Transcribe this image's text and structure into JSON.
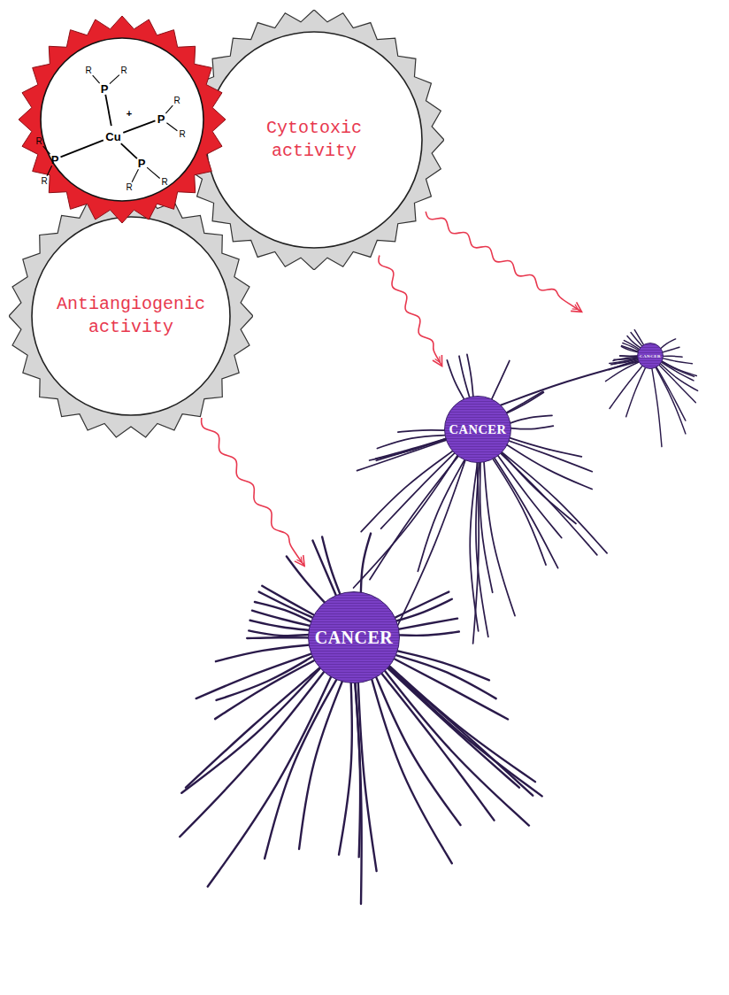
{
  "diagram": {
    "nodes": [
      {
        "text": [
          "Cytotoxic activity"
        ]
      },
      {
        "text": [
          "Antiangiogenic activity"
        ]
      },
      {
        "text": [
          "CANCER"
        ]
      },
      {
        "text": [
          "CANCER"
        ]
      },
      {
        "text": [
          "CANCER"
        ]
      }
    ],
    "edges": [
      {
        "from": 0,
        "to": 2,
        "arrow": "to"
      },
      {
        "from": 0,
        "to": 3,
        "arrow": "to"
      },
      {
        "from": 1,
        "to": 4,
        "arrow": "to"
      }
    ],
    "labels": [
      "+",
      "Cu",
      "P",
      "P",
      "P",
      "P",
      "R",
      "R",
      "R",
      "R",
      "R",
      "R",
      "R",
      "R"
    ]
  }
}
